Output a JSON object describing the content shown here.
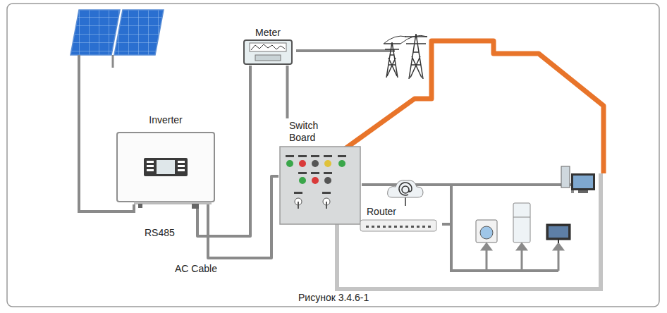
{
  "diagram": {
    "caption": "Рисунок 3.4.6-1",
    "nodes": [
      {
        "text": [
          "Inverter"
        ]
      },
      {
        "text": [
          "Meter"
        ]
      },
      {
        "text": [
          "Switch Board"
        ]
      },
      {
        "text": [
          "Router"
        ]
      }
    ],
    "edges": [
      {
        "from": 0,
        "to": 1,
        "arrow": "none"
      },
      {
        "from": 0,
        "to": 2,
        "arrow": "none"
      },
      {
        "from": 1,
        "to": 2,
        "arrow": "none"
      },
      {
        "from": 2,
        "to": 3,
        "arrow": "none"
      }
    ],
    "labels": [
      "RS485",
      "AC Cable"
    ]
  }
}
